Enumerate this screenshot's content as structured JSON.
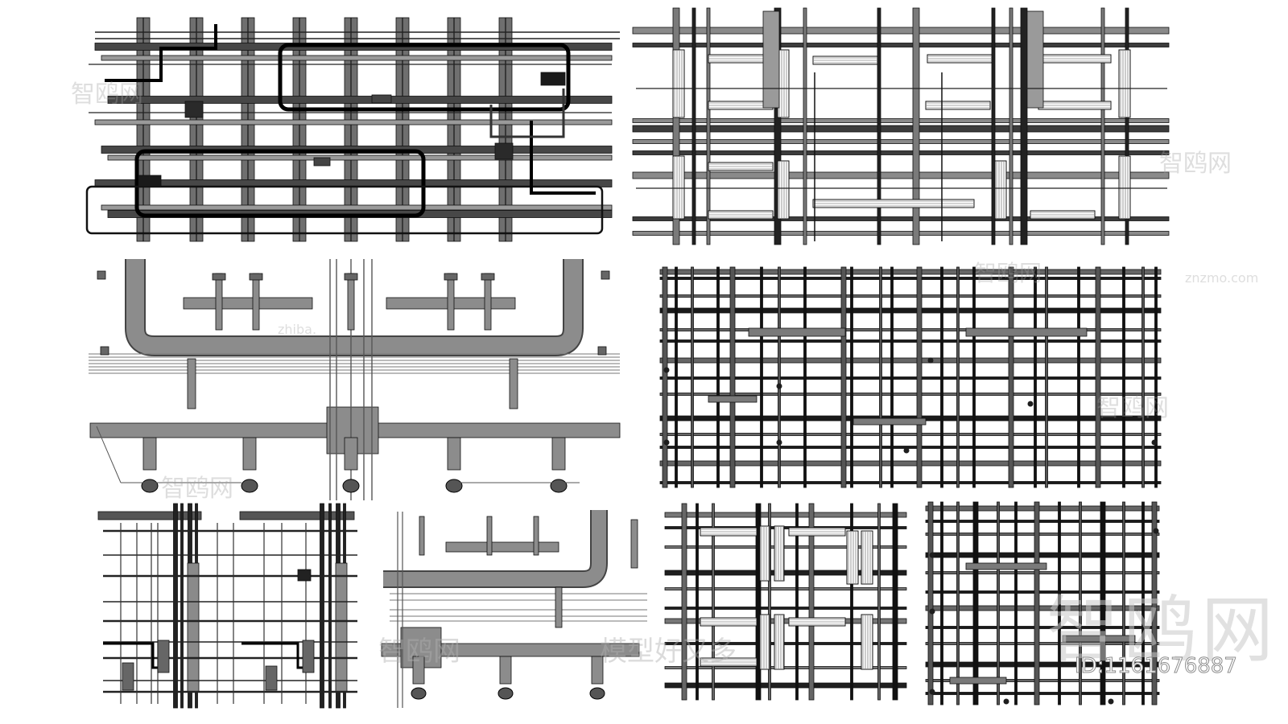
{
  "watermarks": {
    "brand_small": "智鸥网",
    "brand_big": "智鸥网",
    "site_url": "znzmo.com",
    "partial_url": "zhiba.",
    "mid_text": "智鸥网",
    "mid_text_2": "模型好又多",
    "id_label": "ID:1161676887"
  },
  "panels": [
    "ceiling-pipe-layout-1",
    "ceiling-cable-tray-layout-1",
    "duct-branch-elevation-1",
    "pipe-grid-layout-1",
    "riser-pipe-elevation",
    "duct-branch-elevation-2",
    "ceiling-cable-tray-layout-2",
    "pipe-grid-layout-2"
  ],
  "colors": {
    "background": "#ffffff",
    "pipe_dark": "#1e1e1e",
    "pipe_gray": "#7b7b7b",
    "duct_gray": "#8c8c8c",
    "outline": "#111111"
  }
}
